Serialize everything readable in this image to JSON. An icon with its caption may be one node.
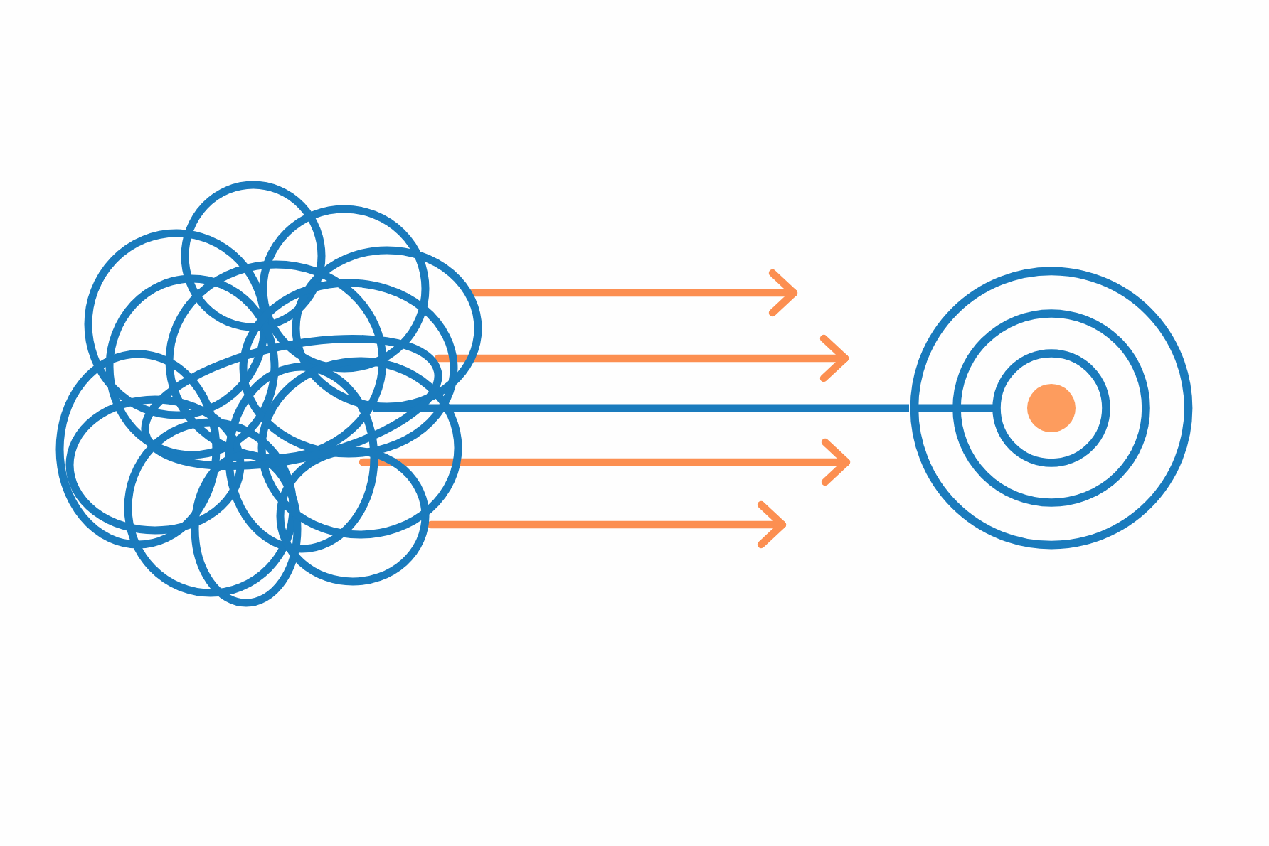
{
  "diagram": {
    "nodes": [
      {
        "text": [],
        "shape": "picture"
      },
      {
        "text": [],
        "shape": "circle"
      }
    ],
    "edges": [
      {
        "from": 0,
        "to": 1,
        "arrow": "none",
        "color": "#1a7bbd"
      },
      {
        "from": 0,
        "to": null,
        "arrow": "to"
      },
      {
        "from": 0,
        "to": null,
        "arrow": "to"
      },
      {
        "from": 0,
        "to": null,
        "arrow": "to"
      },
      {
        "from": 0,
        "to": null,
        "arrow": "to"
      }
    ]
  }
}
